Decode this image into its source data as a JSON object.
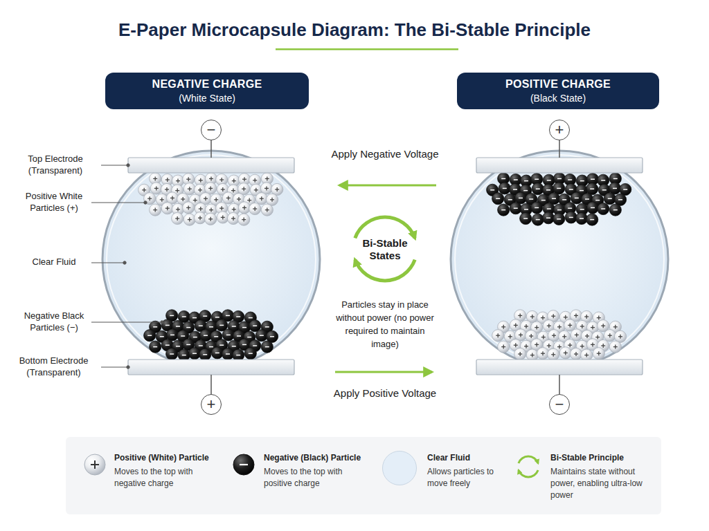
{
  "diagram": {
    "title": "E-Paper Microcapsule Diagram: The Bi-Stable Principle",
    "nodes": [
      {
        "text": [
          "NEGATIVE CHARGE",
          "(White State)"
        ]
      },
      {
        "text": [
          "POSITIVE CHARGE",
          "(Black State)"
        ]
      },
      {
        "text": [
          "−"
        ]
      },
      {
        "text": [
          "+"
        ]
      },
      {
        "text": [
          "+"
        ]
      },
      {
        "text": [
          "−"
        ]
      }
    ],
    "labels": [
      "Top Electrode (Transparent)",
      "Positive White Particles (+)",
      "Clear Fluid",
      "Negative Black Particles (−)",
      "Bottom Electrode (Transparent)",
      "Apply Negative Voltage",
      "Bi-Stable States",
      "Particles stay in place without power (no power required to maintain image)",
      "Apply Positive Voltage",
      "Moves to the top with negative charge",
      "Moves to the top with positive charge",
      "Allows particles to move freely",
      "Maintains state without power, enabling ultra-low power"
    ],
    "legend": [
      {
        "text": "Positive (White) Particle"
      },
      {
        "text": "Negative (Black) Particle"
      },
      {
        "text": "Clear Fluid",
        "color": "#e4eef8"
      },
      {
        "text": "Bi-Stable Principle"
      }
    ]
  }
}
